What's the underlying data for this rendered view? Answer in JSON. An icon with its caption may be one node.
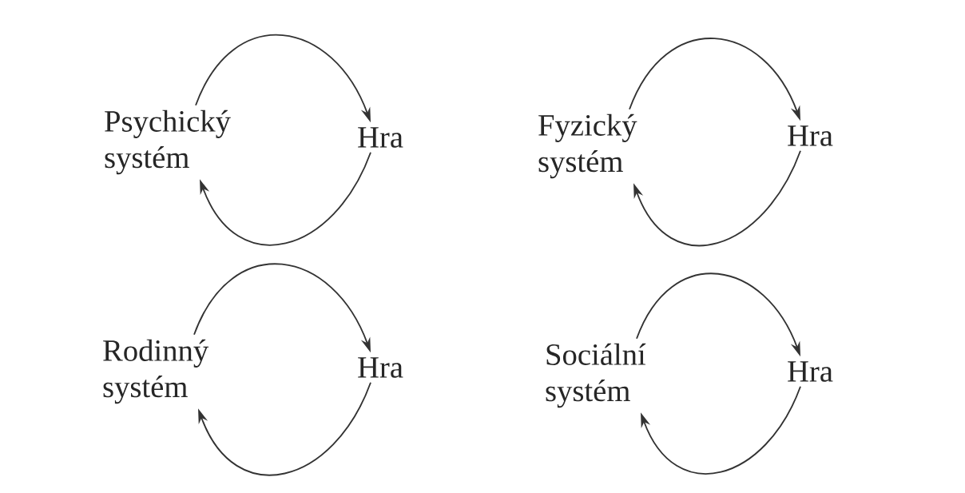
{
  "diagram": {
    "nodes": [
      {
        "text": [
          "Psychický systém"
        ]
      },
      {
        "text": [
          "Hra"
        ]
      },
      {
        "text": [
          "Fyzický systém"
        ]
      },
      {
        "text": [
          "Hra"
        ]
      },
      {
        "text": [
          "Rodinný systém"
        ]
      },
      {
        "text": [
          "Hra"
        ]
      },
      {
        "text": [
          "Sociální systém"
        ]
      },
      {
        "text": [
          "Hra"
        ]
      }
    ],
    "edges": [
      {
        "from": 0,
        "to": 1,
        "arrow": "to"
      },
      {
        "from": 1,
        "to": 0,
        "arrow": "to"
      },
      {
        "from": 2,
        "to": 3,
        "arrow": "to"
      },
      {
        "from": 3,
        "to": 2,
        "arrow": "to"
      },
      {
        "from": 4,
        "to": 5,
        "arrow": "to"
      },
      {
        "from": 5,
        "to": 4,
        "arrow": "to"
      },
      {
        "from": 6,
        "to": 7,
        "arrow": "to"
      },
      {
        "from": 7,
        "to": 6,
        "arrow": "to"
      }
    ]
  }
}
